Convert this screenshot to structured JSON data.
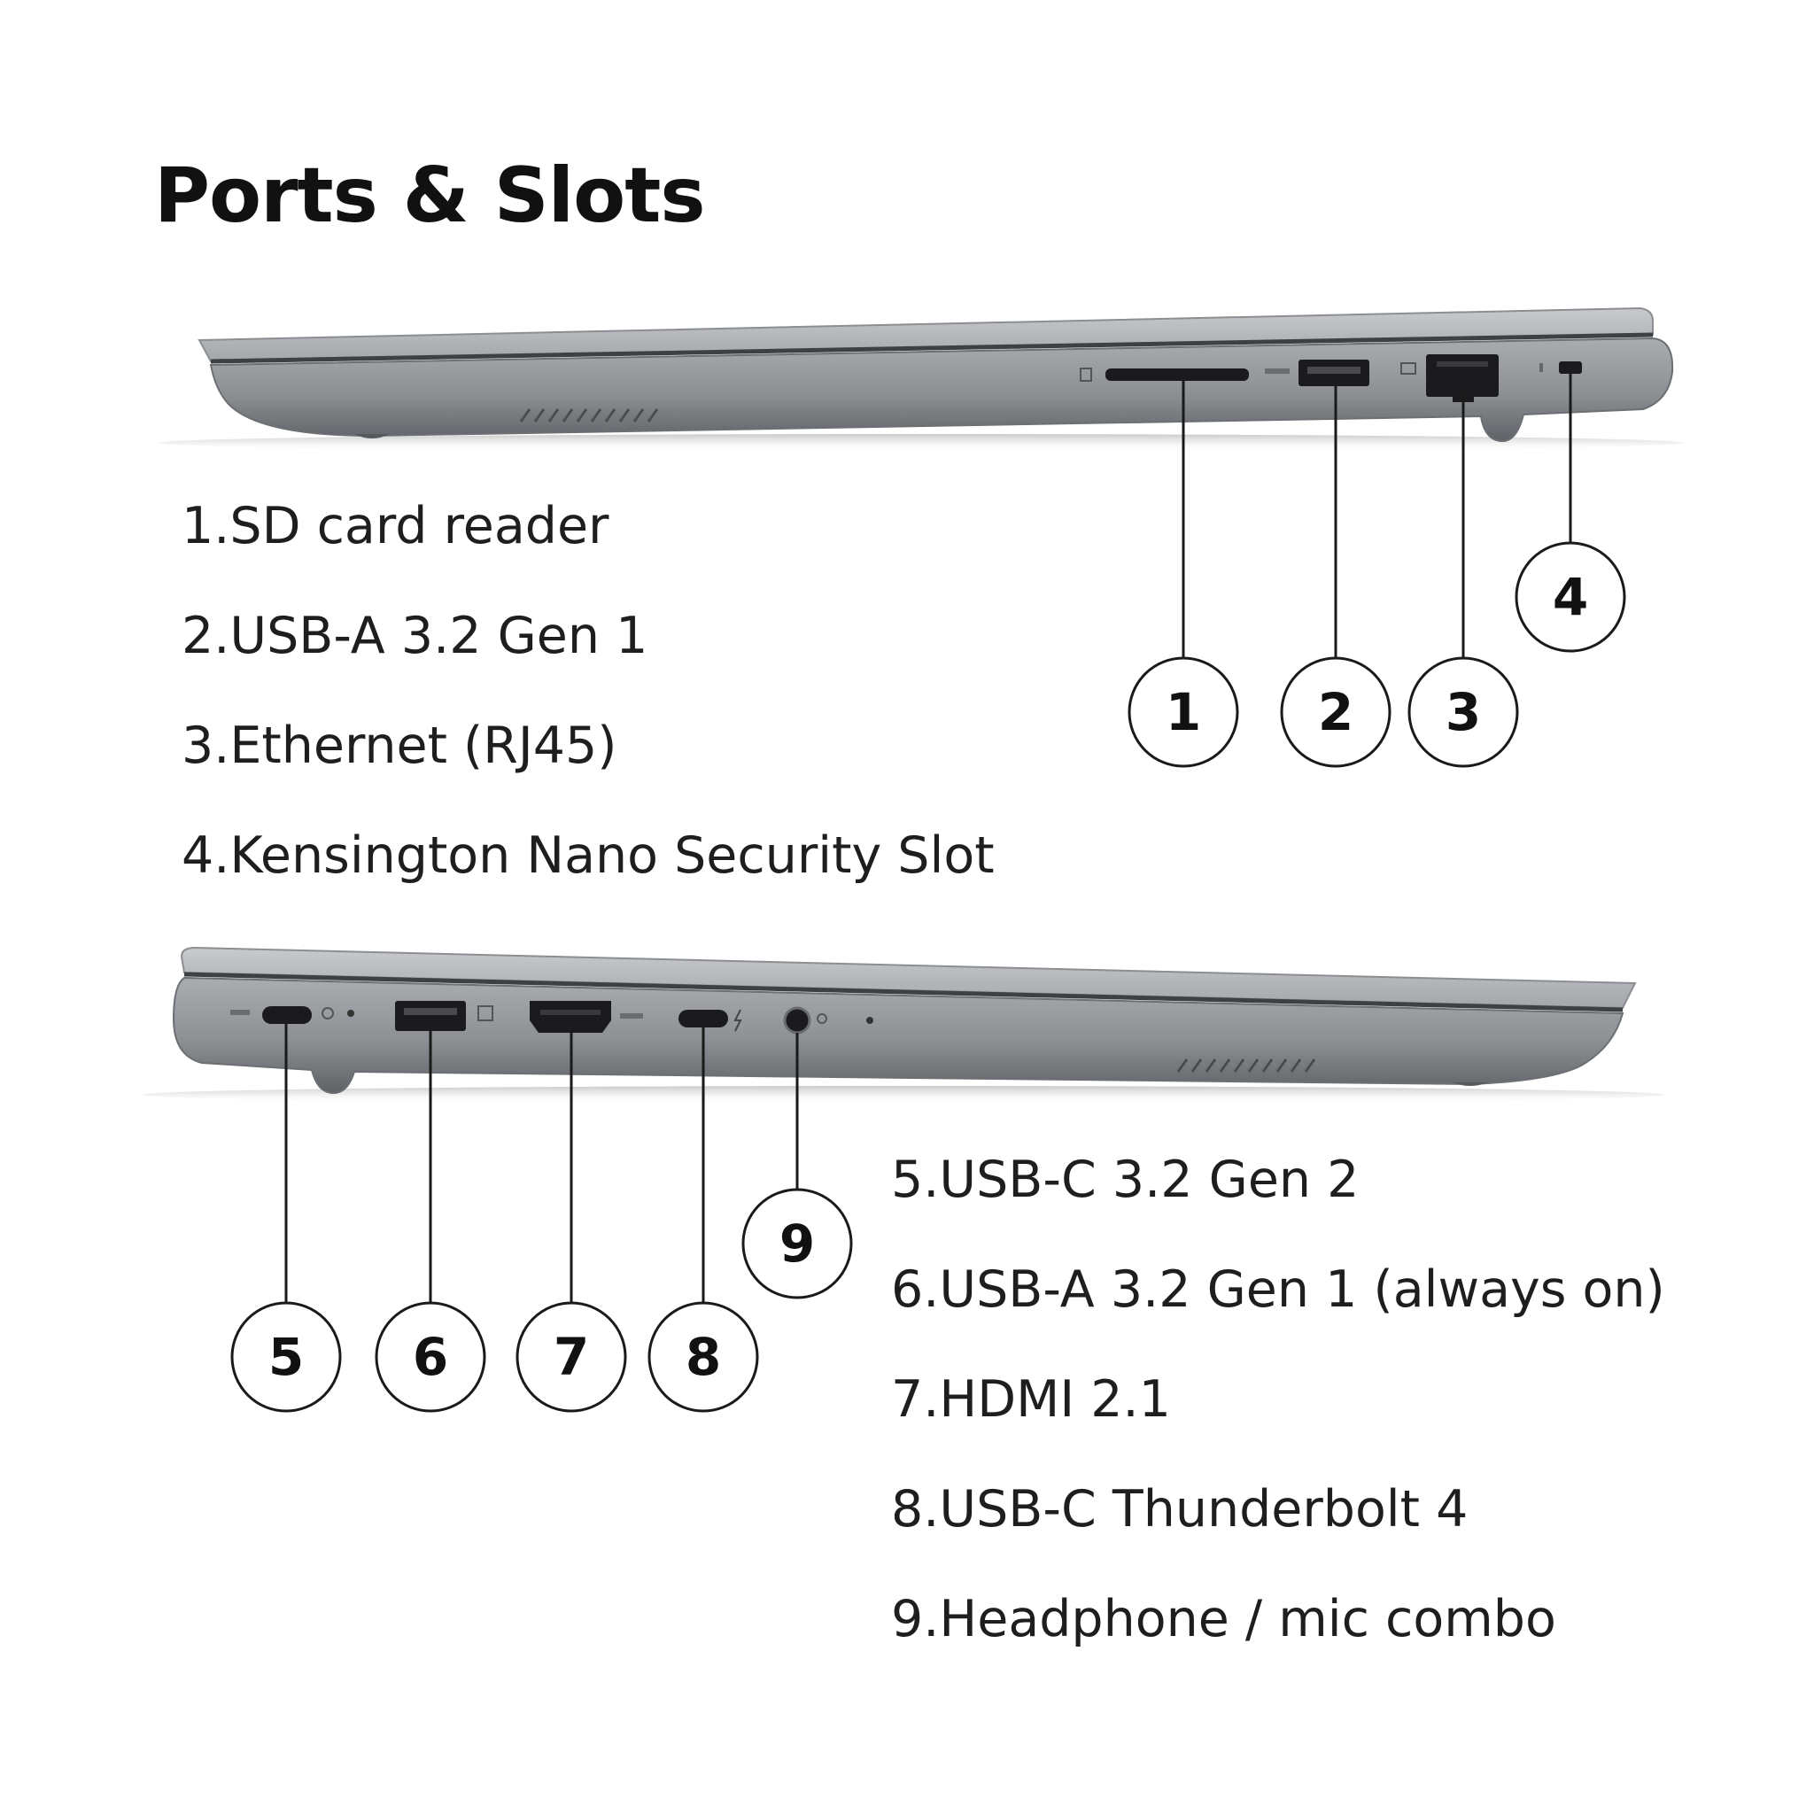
{
  "title": "Ports & Slots",
  "left_side": {
    "ports": [
      {
        "number": "1",
        "label": "1.SD card reader"
      },
      {
        "number": "2",
        "label": "2.USB-A 3.2 Gen 1"
      },
      {
        "number": "3",
        "label": "3.Ethernet (RJ45)"
      },
      {
        "number": "4",
        "label": "4.Kensington Nano Security Slot"
      }
    ]
  },
  "right_side": {
    "ports": [
      {
        "number": "5",
        "label": "5.USB-C 3.2 Gen 2"
      },
      {
        "number": "6",
        "label": "6.USB-A 3.2 Gen 1 (always on)"
      },
      {
        "number": "7",
        "label": "7.HDMI 2.1"
      },
      {
        "number": "8",
        "label": "8.USB-C Thunderbolt 4"
      },
      {
        "number": "9",
        "label": "9.Headphone / mic combo"
      }
    ]
  },
  "colors": {
    "chassis_light": "#b4b6b9",
    "chassis_mid": "#8e9195",
    "chassis_dark": "#5f6266",
    "port_black": "#1b1b1d"
  }
}
